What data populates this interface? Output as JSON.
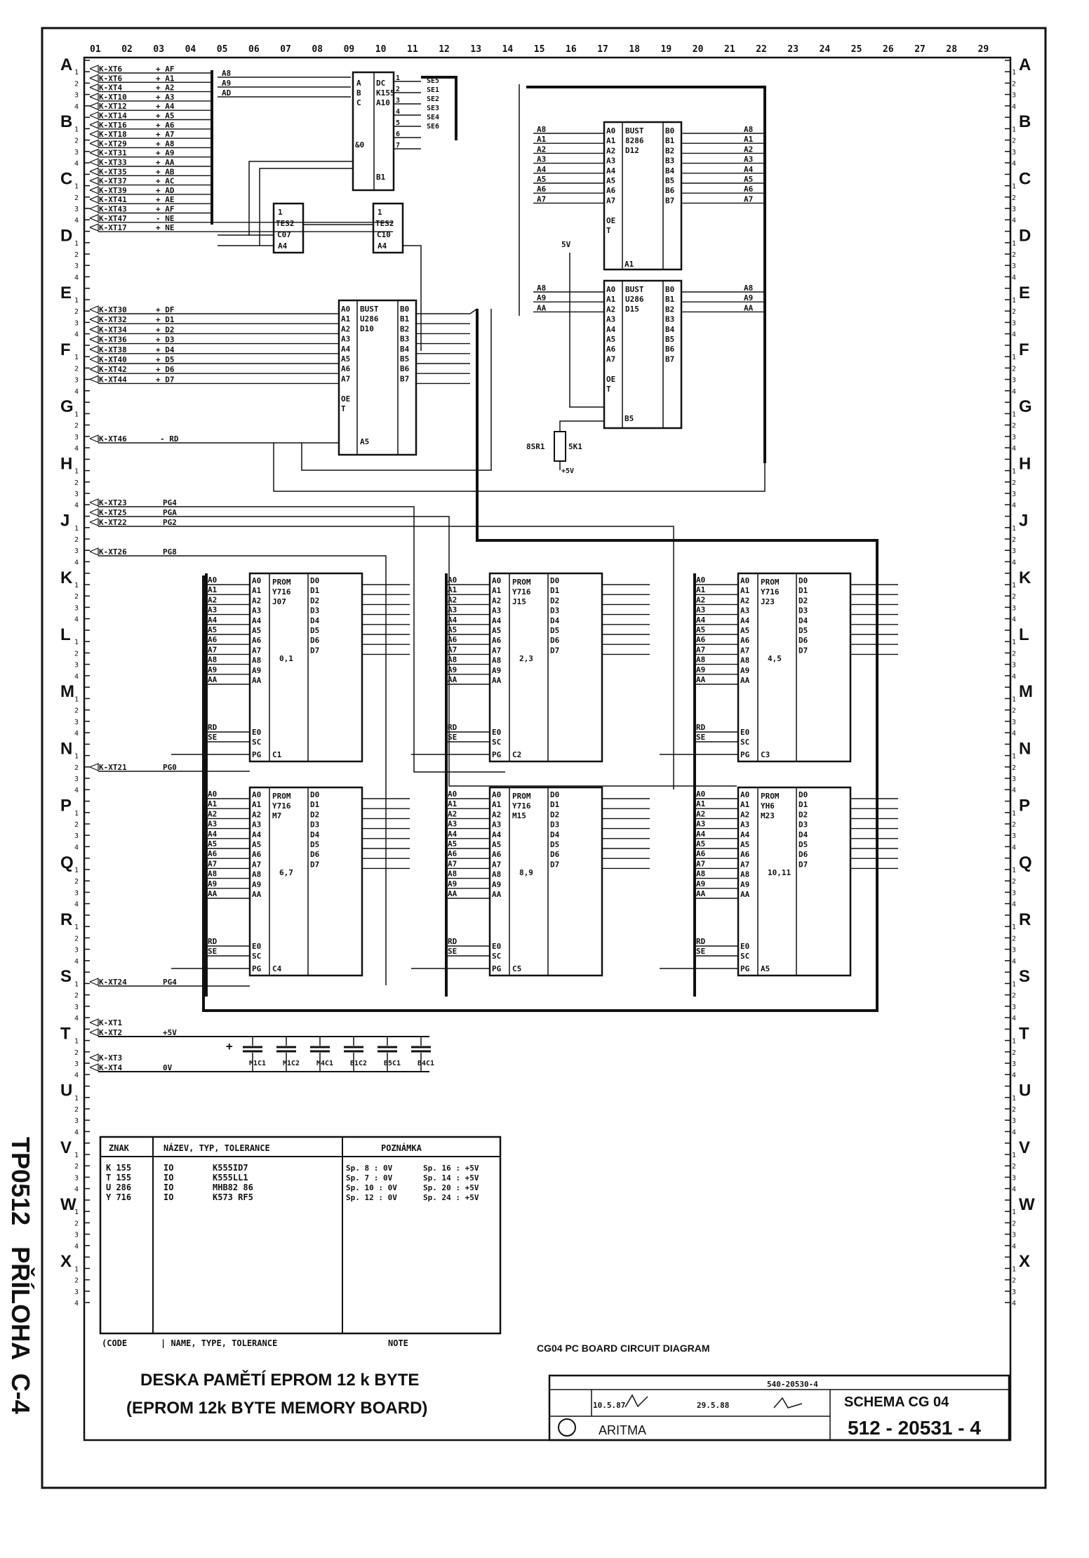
{
  "columns": [
    "01",
    "02",
    "03",
    "04",
    "05",
    "06",
    "07",
    "08",
    "09",
    "10",
    "11",
    "12",
    "13",
    "14",
    "15",
    "16",
    "17",
    "18",
    "19",
    "20",
    "21",
    "22",
    "23",
    "24",
    "25",
    "26",
    "27",
    "28",
    "29"
  ],
  "rows": [
    "A",
    "B",
    "C",
    "D",
    "E",
    "F",
    "G",
    "H",
    "J",
    "K",
    "L",
    "M",
    "N",
    "P",
    "Q",
    "R",
    "S",
    "T",
    "U",
    "V",
    "W",
    "X"
  ],
  "connector_left": [
    "K-XT6",
    "K-XT6",
    "K-XT4",
    "K-XT10",
    "K-XT12",
    "K-XT14",
    "K-XT16",
    "K-XT18",
    "K-XT29",
    "K-XT31",
    "K-XT33",
    "K-XT35",
    "K-XT37",
    "K-XT39",
    "K-XT41",
    "K-XT43",
    "K-XT47",
    "K-XT17"
  ],
  "signals_left": [
    "+ AF",
    "+ A1",
    "+ A2",
    "+ A3",
    "+ A4",
    "+ A5",
    "+ A6",
    "+ A7",
    "+ A8",
    "+ A9",
    "+ AA",
    "+ AB",
    "+ AC",
    "+ AD",
    "+ AE",
    "+ AF",
    "- NE",
    "+ NE"
  ],
  "data_connector": [
    "K-XT30",
    "K-XT32",
    "K-XT34",
    "K-XT36",
    "K-XT38",
    "K-XT40",
    "K-XT42",
    "K-XT44"
  ],
  "data_signals": [
    "+ DF",
    "+ D1",
    "+ D2",
    "+ D3",
    "+ D4",
    "+ D5",
    "+ D6",
    "+ D7"
  ],
  "rd_connector": {
    "pin": "K-XT46",
    "signal": "- RD"
  },
  "h_connectors": [
    {
      "pin": "K-XT23",
      "signal": "PG4"
    },
    {
      "pin": "K-XT25",
      "signal": "PGA"
    },
    {
      "pin": "K-XT22",
      "signal": "PG2"
    },
    {
      "pin": "K-XT26",
      "signal": "PG8"
    }
  ],
  "m_connector": {
    "pin": "K-XT21",
    "signal": "PG0"
  },
  "q_connector": {
    "pin": "K-XT24",
    "signal": "PG4"
  },
  "power_connectors": [
    {
      "pin": "K-XT1",
      "signal": ""
    },
    {
      "pin": "K-XT2",
      "signal": "+5V"
    },
    {
      "pin": "K-XT3",
      "signal": ""
    },
    {
      "pin": "K-XT4",
      "signal": "0V"
    }
  ],
  "chips": {
    "dc": {
      "name": "DC",
      "type": "K155",
      "ref": "A10",
      "pins": [
        "A",
        "B",
        "C",
        "&0",
        "B1"
      ]
    },
    "t1": {
      "name": "1",
      "type": "TES2",
      "ref": "C07",
      "ref2": "A4"
    },
    "t2": {
      "name": "1",
      "type": "TES2",
      "ref": "C10",
      "ref2": "A4"
    },
    "bust_d10": {
      "name": "BUST",
      "type": "U286",
      "ref": "D10",
      "ref2": "A5"
    },
    "bust_d12": {
      "name": "BUST",
      "type": "8286",
      "ref": "D12",
      "ref2": "A1"
    },
    "bust_d15": {
      "name": "BUST",
      "type": "U286",
      "ref": "D15",
      "ref2": "B5"
    },
    "proms": [
      {
        "name": "PROM",
        "type": "Y716",
        "ref": "J07",
        "label": "0,1",
        "pos": "C1"
      },
      {
        "name": "PROM",
        "type": "Y716",
        "ref": "J15",
        "label": "2,3",
        "pos": "C2"
      },
      {
        "name": "PROM",
        "type": "Y716",
        "ref": "J23",
        "label": "4,5",
        "pos": "C3"
      },
      {
        "name": "PROM",
        "type": "Y716",
        "ref": "M7",
        "label": "6,7",
        "pos": "C4"
      },
      {
        "name": "PROM",
        "type": "Y716",
        "ref": "M15",
        "label": "8,9",
        "pos": "C5"
      },
      {
        "name": "PROM",
        "type": "YH6",
        "ref": "M23",
        "label": "10,11",
        "pos": "A5"
      }
    ]
  },
  "prom_addr_pins": [
    "A0",
    "A1",
    "A2",
    "A3",
    "A4",
    "A5",
    "A6",
    "A7",
    "A8",
    "A9",
    "AA"
  ],
  "prom_data_pins": [
    "D0",
    "D1",
    "D2",
    "D3",
    "D4",
    "D5",
    "D6",
    "D7"
  ],
  "resistor": {
    "ref": "8SR1",
    "value": "5K1",
    "supply": "+5V",
    "net": "5V"
  },
  "capacitors": [
    "M1C1",
    "M1C2",
    "M4C1",
    "B1C2",
    "B5C1",
    "B4C1"
  ],
  "table": {
    "headers": [
      "ZNAK",
      "NÁZEV, TYP, TOLERANCE",
      "POZNÁMKA"
    ],
    "footer": [
      "CODE",
      "NAME, TYPE, TOLERANCE",
      "NOTE"
    ],
    "rows": [
      [
        "K 155",
        "IO",
        "K555ID7"
      ],
      [
        "T 155",
        "IO",
        "K555LL1"
      ],
      [
        "U 286",
        "IO",
        "MHB82 86"
      ],
      [
        "Y 716",
        "IO",
        "K573 RF5"
      ]
    ],
    "notes": [
      [
        "Sp. 8 : 0V",
        "Sp. 16 : +5V"
      ],
      [
        "Sp. 7 : 0V",
        "Sp. 14 : +5V"
      ],
      [
        "Sp. 10 : 0V",
        "Sp. 20 : +5V"
      ],
      [
        "Sp. 12 : 0V",
        "Sp. 24 : +5V"
      ]
    ]
  },
  "titles": {
    "side": "TP0512   PŘÍLOHA  C-4",
    "cz": "DESKA PAMĚTÍ EPROM 12 k BYTE",
    "en": "(EPROM 12k BYTE MEMORY BOARD)",
    "pcb": "CG04 PC BOARD CIRCUIT DIAGRAM",
    "schema": "SCHEMA CG 04",
    "number": "512 - 20531 - 4",
    "stamp1": "10.5.87",
    "stamp2": "29.5.88",
    "sheet": "540-20530-4",
    "org": "ARITMA"
  }
}
